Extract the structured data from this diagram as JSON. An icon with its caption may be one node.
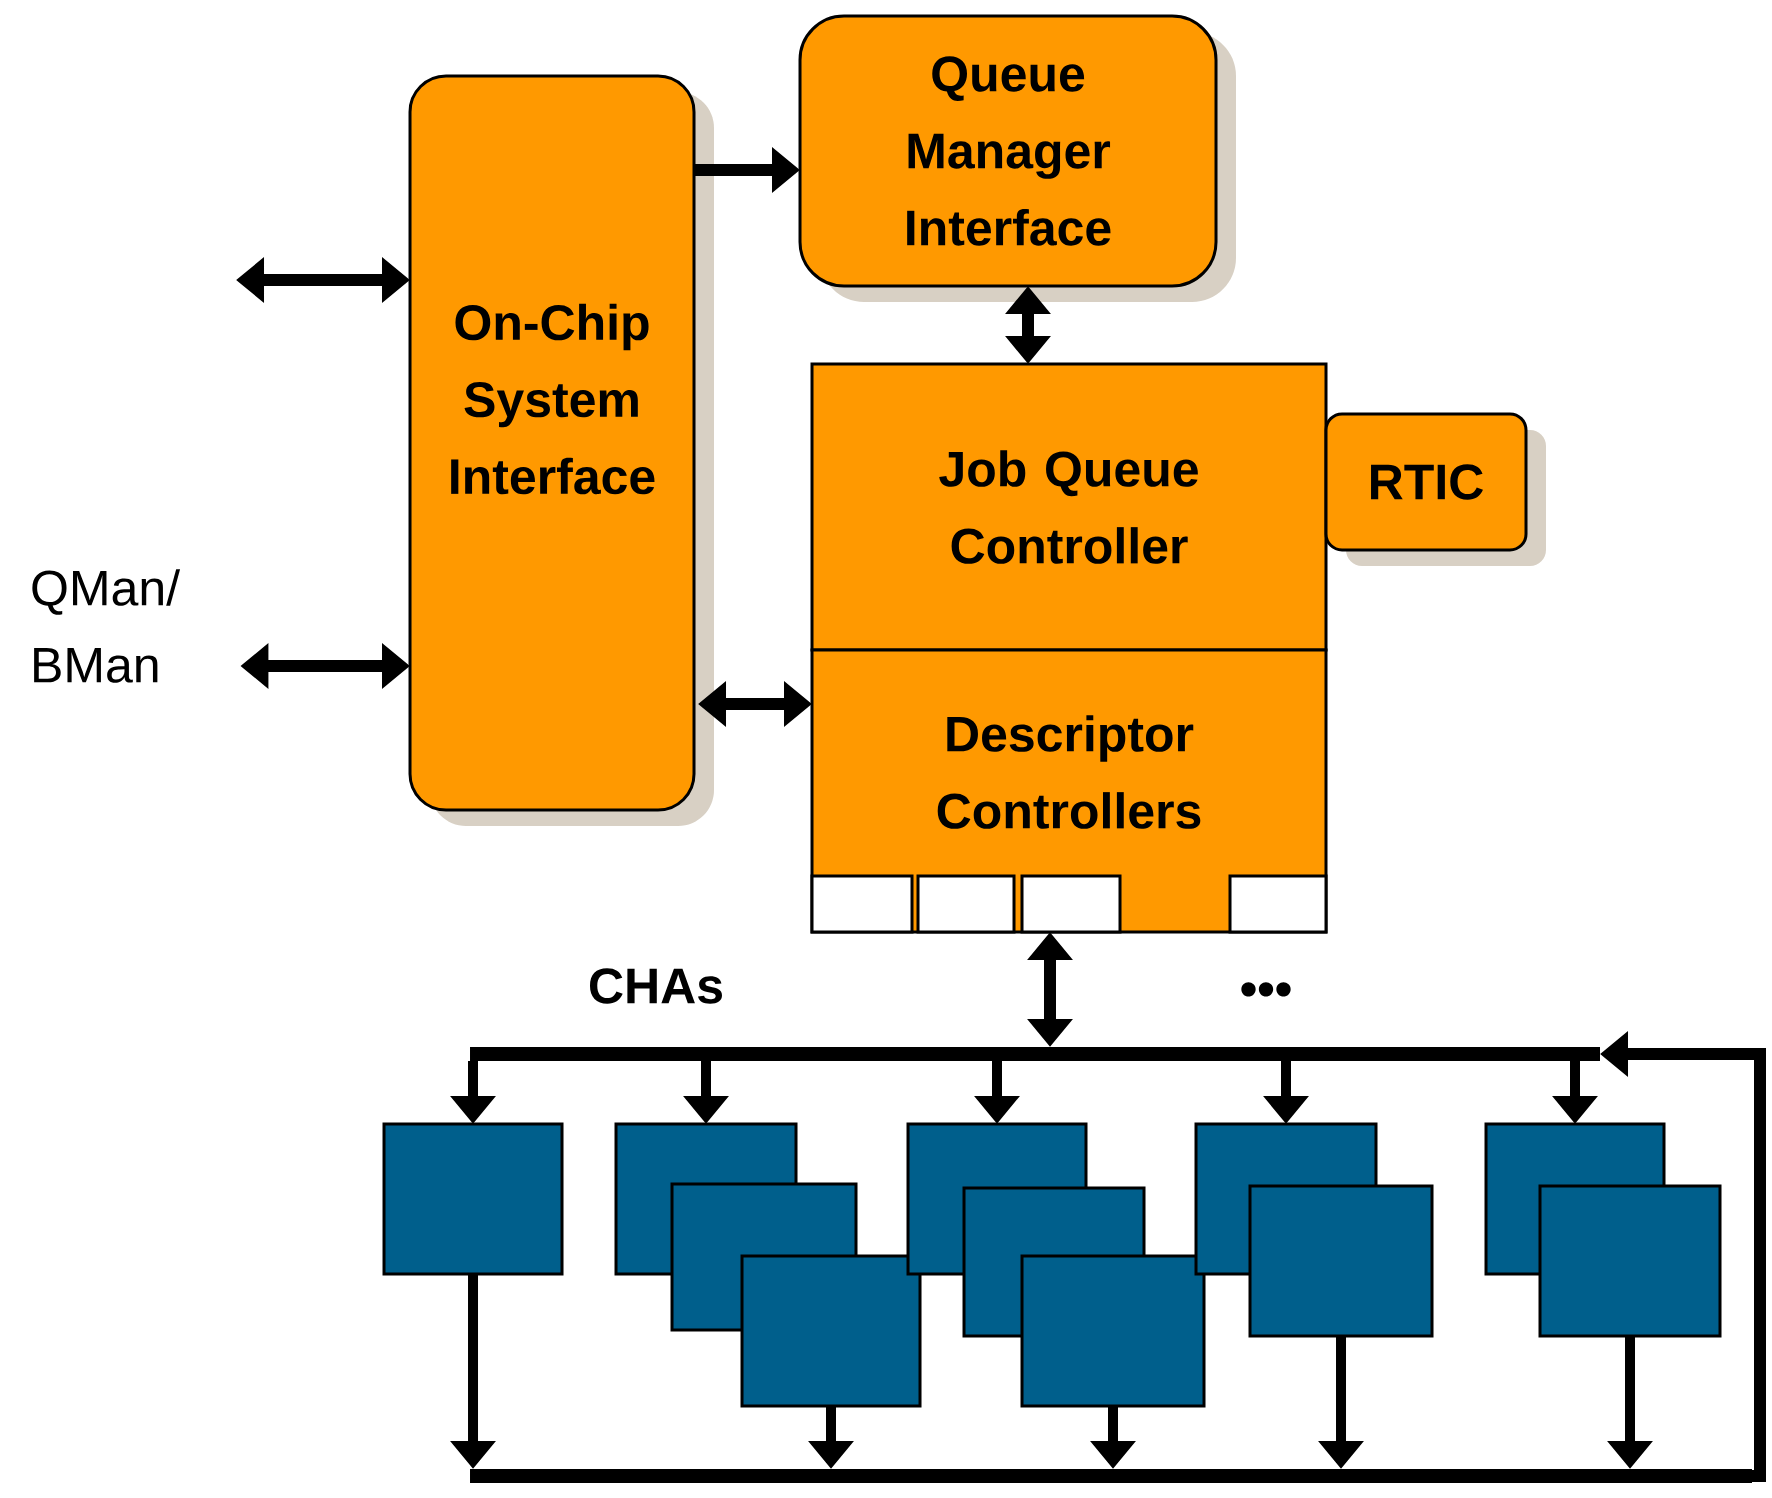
{
  "diagram": {
    "nodes": [
      {
        "text": [
          "On-Chip System Interface"
        ]
      },
      {
        "text": [
          "Queue Manager Interface"
        ]
      },
      {
        "text": [
          "Job Queue Controller"
        ]
      },
      {
        "text": [
          "Descriptor Controllers"
        ]
      },
      {
        "text": [
          "RTIC"
        ]
      },
      {
        "text": [
          "QMan/ BMan"
        ]
      },
      {
        "text": [],
        "shape": "box",
        "in": 3
      },
      {
        "text": [],
        "shape": "box",
        "in": 3
      },
      {
        "text": [],
        "shape": "box",
        "in": 3
      },
      {
        "text": [],
        "shape": "box",
        "in": 3
      },
      {
        "text": [],
        "shape": "bar"
      },
      {
        "text": [],
        "shape": "bar"
      },
      {
        "text": [],
        "shape": "box"
      },
      {
        "text": [],
        "shape": "box"
      },
      {
        "text": [],
        "shape": "box"
      },
      {
        "text": [],
        "shape": "box"
      },
      {
        "text": [],
        "shape": "box"
      },
      {
        "text": [],
        "shape": "box"
      },
      {
        "text": [],
        "shape": "box"
      },
      {
        "text": [],
        "shape": "box"
      },
      {
        "text": [],
        "shape": "box"
      },
      {
        "text": [],
        "shape": "box"
      },
      {
        "text": [],
        "shape": "box"
      }
    ],
    "edges": [
      {
        "from": null,
        "to": 0,
        "arrow": "both"
      },
      {
        "from": 5,
        "to": 0,
        "arrow": "both"
      },
      {
        "from": 0,
        "to": 1,
        "arrow": "to"
      },
      {
        "from": 1,
        "to": 2,
        "arrow": "both"
      },
      {
        "from": 0,
        "to": 3,
        "arrow": "both"
      },
      {
        "from": 8,
        "to": 10,
        "arrow": "both"
      },
      {
        "from": 10,
        "to": 12,
        "arrow": "to"
      },
      {
        "from": 10,
        "to": 13,
        "arrow": "to"
      },
      {
        "from": 10,
        "to": 16,
        "arrow": "to"
      },
      {
        "from": 10,
        "to": 19,
        "arrow": "to"
      },
      {
        "from": 10,
        "to": 21,
        "arrow": "to"
      },
      {
        "from": 12,
        "to": 11,
        "arrow": "to"
      },
      {
        "from": 15,
        "to": 11,
        "arrow": "to"
      },
      {
        "from": 18,
        "to": 11,
        "arrow": "to"
      },
      {
        "from": 20,
        "to": 11,
        "arrow": "to"
      },
      {
        "from": 22,
        "to": 11,
        "arrow": "to"
      },
      {
        "from": 11,
        "to": 10,
        "arrow": "to"
      }
    ],
    "labels": [
      "CHAs",
      "•••"
    ]
  }
}
